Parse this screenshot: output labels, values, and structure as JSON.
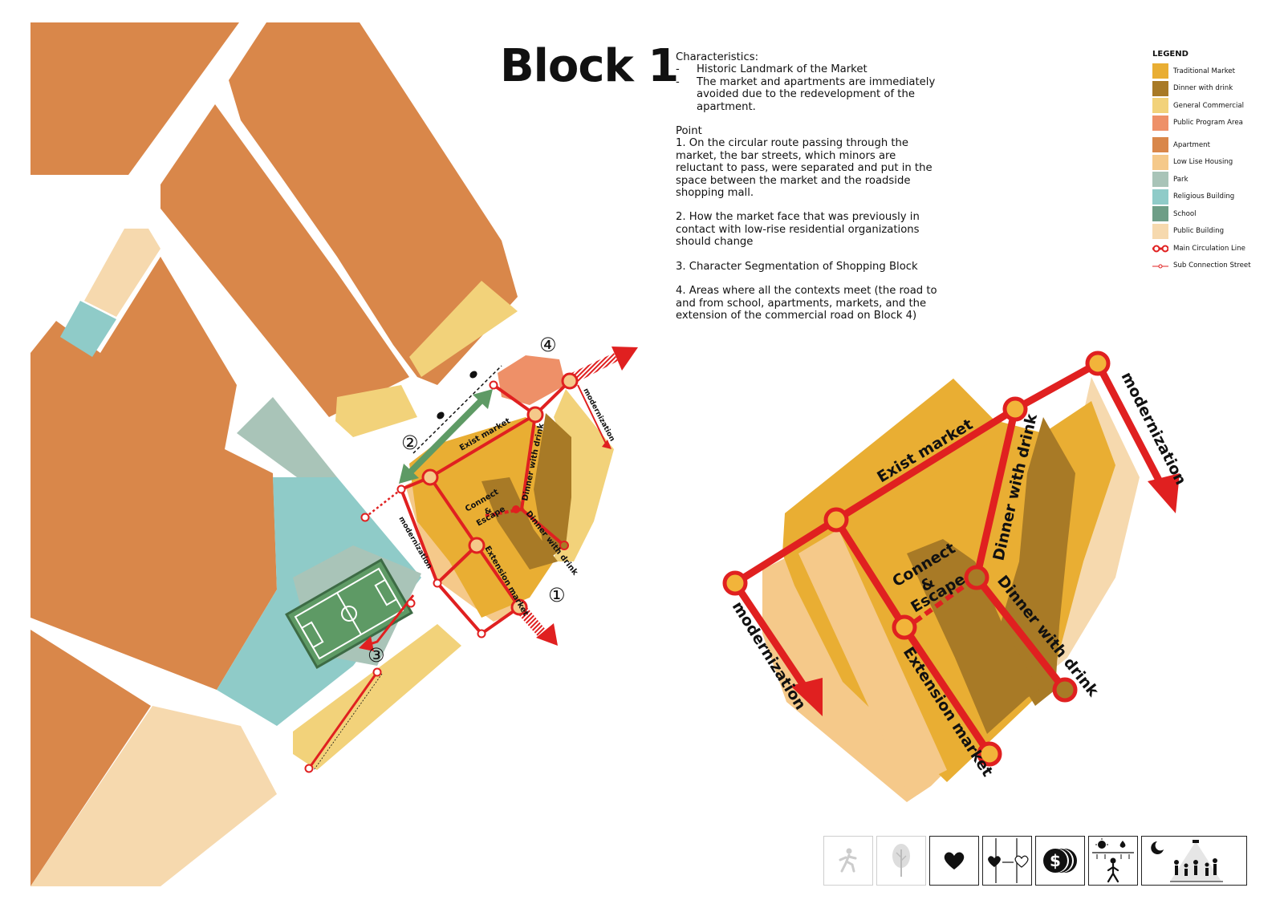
{
  "title": "Block 1",
  "characteristics": {
    "heading": "Characteristics:",
    "items": [
      "Historic Landmark of the Market",
      "The market and apartments are immediately avoided due to the redevelopment of the apartment."
    ]
  },
  "points": {
    "heading": "Point",
    "items": [
      "1. On the circular route passing through the market, the bar streets, which minors are reluctant to pass, were separated and put in the space between the market and the roadside shopping mall.",
      "2. How the market face that was previously in contact with low-rise residential organizations should change",
      "3. Character Segmentation of Shopping Block",
      "4. Areas where all the contexts meet (the road to and from school, apartments, markets, and the extension of the commercial road on Block 4)"
    ]
  },
  "legend": {
    "title": "LEGEND",
    "items": [
      {
        "label": "Traditional Market",
        "color": "#E9AE33"
      },
      {
        "label": "Dinner with drink",
        "color": "#A87A26"
      },
      {
        "label": "General Commercial",
        "color": "#F2D27A"
      },
      {
        "label": "Public Program Area",
        "color": "#EE9068"
      },
      {
        "label": "Apartment",
        "color": "#D9874A"
      },
      {
        "label": "Low Lise Housing",
        "color": "#F5C98A"
      },
      {
        "label": "Park",
        "color": "#A9C4B8"
      },
      {
        "label": "Religious Building",
        "color": "#8FCBC8"
      },
      {
        "label": "School",
        "color": "#6E9E87"
      },
      {
        "label": "Public Building",
        "color": "#F6D9AE"
      },
      {
        "label": "Main Circulation Line",
        "color": "#E02020"
      },
      {
        "label": "Sub Connection Street",
        "color": "#E02020"
      }
    ]
  },
  "map_labels": {
    "exist_market": "Exist market",
    "dinner_with_drink": "Dinner with drink",
    "connect_escape_1": "Connect",
    "connect_escape_2": "&",
    "connect_escape_3": "Escape",
    "extension_market": "Extension market",
    "modernization": "modernization",
    "marker_1": "①",
    "marker_2": "②",
    "marker_3": "③",
    "marker_4": "④"
  },
  "icons": [
    {
      "name": "walking-person-icon",
      "active": false
    },
    {
      "name": "tree-icon",
      "active": false
    },
    {
      "name": "heart-icon",
      "active": true
    },
    {
      "name": "heart-circuit-icon",
      "active": true
    },
    {
      "name": "coins-icon",
      "active": true
    },
    {
      "name": "sun-rain-person-icon",
      "active": true
    },
    {
      "name": "moon-family-icon",
      "active": true
    }
  ]
}
